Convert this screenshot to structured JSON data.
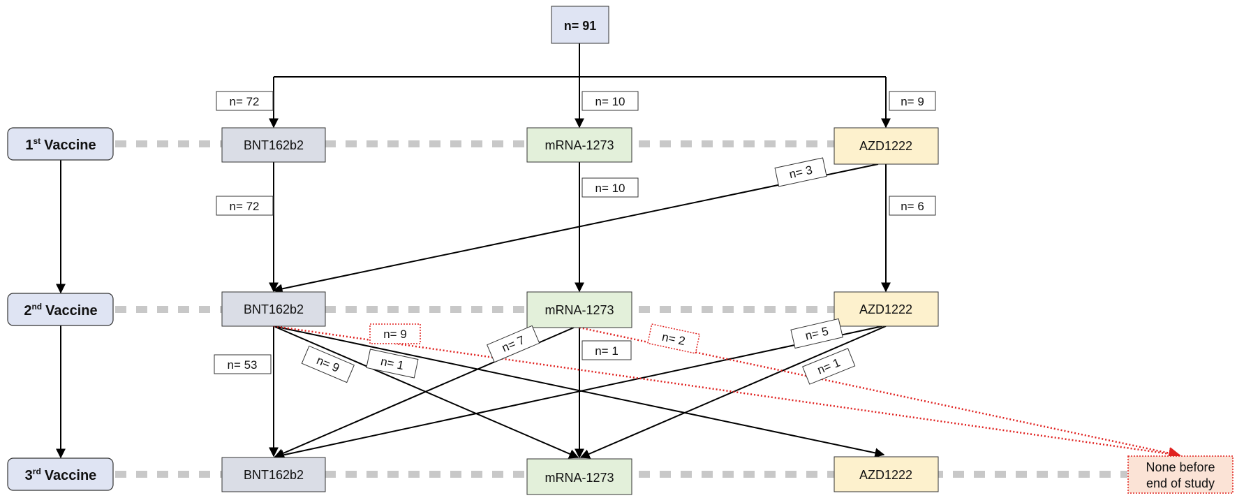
{
  "root": {
    "label": "n= 91"
  },
  "stages": [
    {
      "num": "1",
      "sup": "st",
      "word": "Vaccine"
    },
    {
      "num": "2",
      "sup": "nd",
      "word": "Vaccine"
    },
    {
      "num": "3",
      "sup": "rd",
      "word": "Vaccine"
    }
  ],
  "vaccines": {
    "bnt": "BNT162b2",
    "mrna": "mRNA-1273",
    "azd": "AZD1222"
  },
  "none_node": {
    "line1": "None before",
    "line2": "end of study"
  },
  "counts": {
    "root_to_bnt1": "n= 72",
    "root_to_mrna1": "n= 10",
    "root_to_azd1": "n= 9",
    "bnt1_to_bnt2": "n= 72",
    "mrna1_to_mrna2": "n= 10",
    "azd1_to_bnt2": "n= 3",
    "azd1_to_azd2": "n= 6",
    "bnt2_to_bnt3": "n= 53",
    "bnt2_to_mrna3": "n= 9",
    "bnt2_to_azd3": "n= 1",
    "bnt2_to_none": "n= 9",
    "mrna2_to_bnt3": "n= 7",
    "mrna2_to_mrna3": "n= 1",
    "mrna2_to_none": "n= 2",
    "azd2_to_bnt3": "n= 5",
    "azd2_to_mrna3": "n= 1"
  },
  "colors": {
    "stage_fill": "#dfe4f3",
    "bnt_fill": "#dadde6",
    "mrna_fill": "#e3f0da",
    "azd_fill": "#fdf1cd",
    "none_fill": "#fbe3d6",
    "dotted_red": "#e0211f",
    "dashed_connector": "#c8c8c8"
  }
}
